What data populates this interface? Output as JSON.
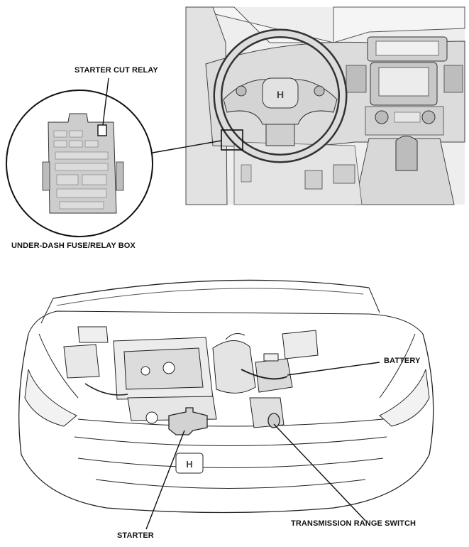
{
  "labels": {
    "starter_cut_relay": "STARTER CUT RELAY",
    "fuse_box": "UNDER-DASH FUSE/RELAY BOX",
    "battery": "BATTERY",
    "starter": "STARTER",
    "trs": "TRANSMISSION RANGE SWITCH"
  }
}
